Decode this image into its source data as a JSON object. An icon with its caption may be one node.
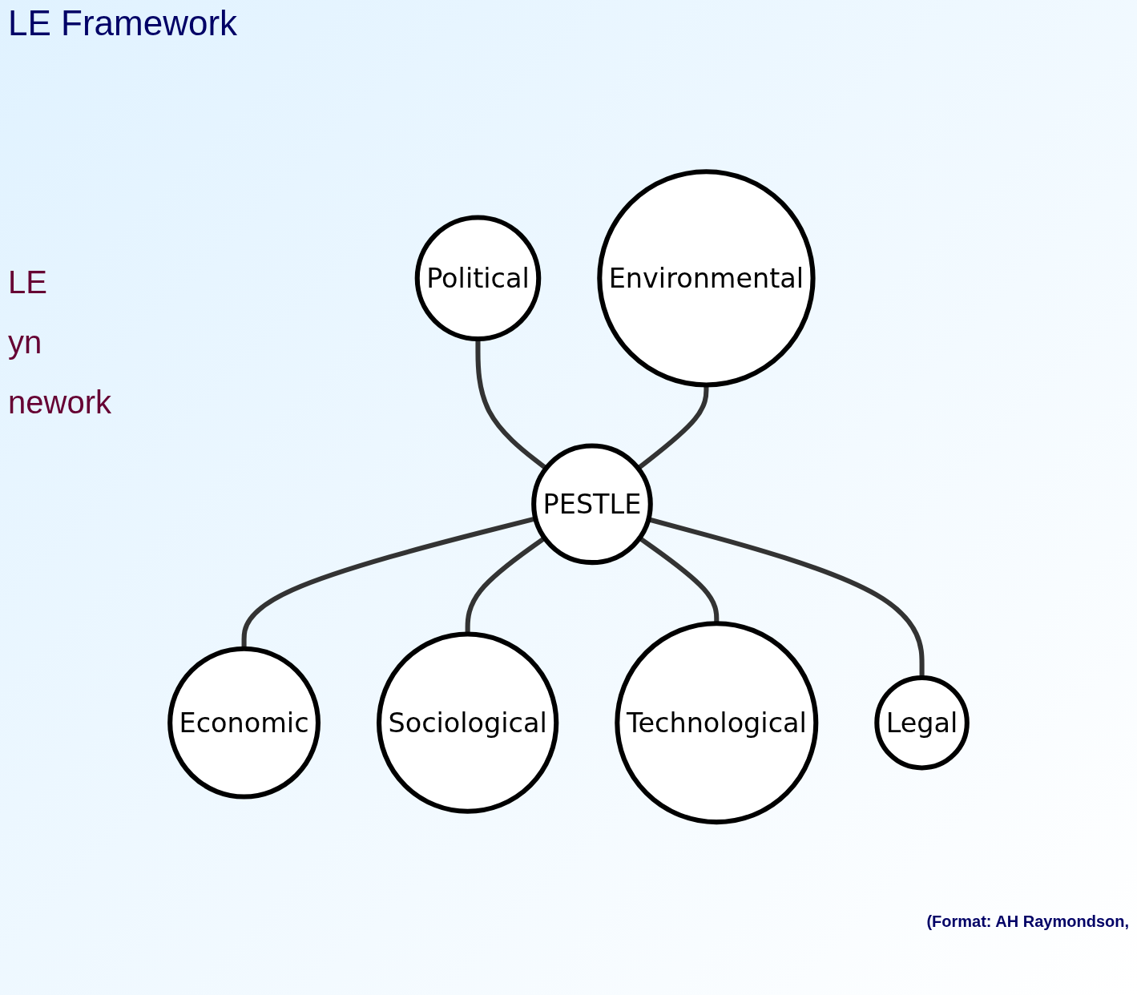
{
  "diagram": {
    "title": "LE Framework",
    "nodes": [
      {
        "text": [
          "PESTLE"
        ]
      },
      {
        "text": [
          "Political"
        ]
      },
      {
        "text": [
          "Economic"
        ]
      },
      {
        "text": [
          "Sociological"
        ]
      },
      {
        "text": [
          "Technological"
        ]
      },
      {
        "text": [
          "Legal"
        ]
      },
      {
        "text": [
          "Environmental"
        ]
      }
    ],
    "edges": [
      {
        "from": 1,
        "to": 0,
        "arrow": "none"
      },
      {
        "from": 0,
        "to": 2,
        "arrow": "none"
      },
      {
        "from": 0,
        "to": 3,
        "arrow": "none"
      },
      {
        "from": 0,
        "to": 4,
        "arrow": "none"
      },
      {
        "from": 0,
        "to": 5,
        "arrow": "none"
      },
      {
        "from": 6,
        "to": 0,
        "arrow": "none"
      }
    ],
    "labels": [
      "LE",
      "yn",
      "nework",
      "(Format: AH Raymondson,"
    ]
  }
}
